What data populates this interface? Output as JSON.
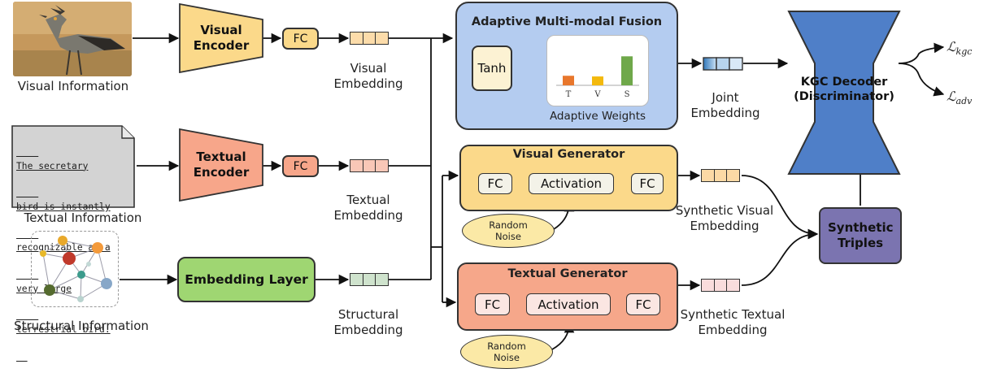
{
  "inputs": {
    "visual_label": "Visual Information",
    "textual_label": "Textual Information",
    "structural_label": "Structural Information",
    "text_sample_lines": [
      "The secretary",
      "bird is instantly",
      "recognizable as a",
      "very large",
      "terrestrial bird."
    ]
  },
  "encoders": {
    "visual": "Visual Encoder",
    "textual": "Textual Encoder",
    "structural": "Embedding Layer",
    "fc": "FC"
  },
  "embeddings": {
    "visual": "Visual Embedding",
    "textual": "Textual Embedding",
    "structural": "Structural Embedding",
    "joint": "Joint Embedding",
    "synthetic_visual": "Synthetic Visual Embedding",
    "synthetic_textual": "Synthetic Textual Embedding"
  },
  "fusion": {
    "title": "Adaptive Multi-modal Fusion",
    "tanh": "Tanh",
    "weights_caption": "Adaptive Weights",
    "weights": [
      {
        "label": "T",
        "value": 0.28,
        "color": "#e8772c"
      },
      {
        "label": "V",
        "value": 0.26,
        "color": "#f3b90d"
      },
      {
        "label": "S",
        "value": 0.85,
        "color": "#6fa84a"
      }
    ]
  },
  "generators": {
    "visual": {
      "title": "Visual Generator",
      "fc1": "FC",
      "activation": "Activation",
      "fc2": "FC"
    },
    "textual": {
      "title": "Textual Generator",
      "fc1": "FC",
      "activation": "Activation",
      "fc2": "FC"
    },
    "noise": "Random Noise"
  },
  "decoder": {
    "title": "KGC Decoder (Discriminator)"
  },
  "synthetic": {
    "title": "Synthetic Triples"
  },
  "losses": {
    "kgc_main": "ℒ",
    "kgc_sub": "kgc",
    "adv_main": "ℒ",
    "adv_sub": "adv"
  },
  "colors": {
    "visual": "#fbd98a",
    "textual": "#f7a68a",
    "structural": "#9fd672",
    "fusion": "#b4ccf0",
    "decoder": "#4f7fc8",
    "synthetic": "#7b74b0",
    "visual_emb": "#fcdcaa",
    "textual_emb": "#f9c7b7",
    "structural_emb": "#cfe3cd",
    "joint_emb_start": "#2f76b8",
    "joint_emb_end": "#cde3f6",
    "synthetic_textual_emb": "#f9dcdc"
  }
}
